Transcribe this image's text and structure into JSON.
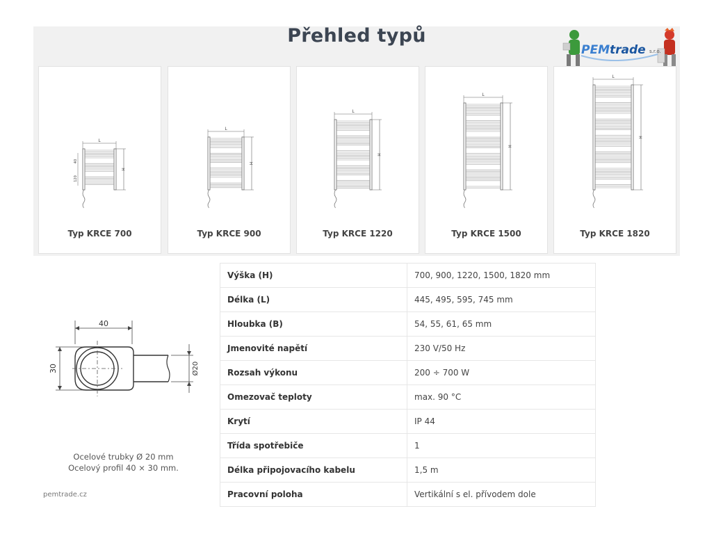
{
  "page": {
    "title": "Přehled typů",
    "site": "pemtrade.cz"
  },
  "logo": {
    "pem": "PEM",
    "trade": "trade",
    "suffix": "s.r.o."
  },
  "drawing_marks": {
    "length": "L",
    "height": "H",
    "spacing_top": "40",
    "spacing_bottom": "120"
  },
  "types": [
    {
      "label": "Typ KRCE 700"
    },
    {
      "label": "Typ KRCE 900"
    },
    {
      "label": "Typ KRCE 1220"
    },
    {
      "label": "Typ KRCE 1500"
    },
    {
      "label": "Typ KRCE 1820"
    }
  ],
  "profile": {
    "width": "40",
    "height": "30",
    "diameter": "Ø20",
    "caption_line1": "Ocelové trubky Ø 20 mm",
    "caption_line2": "Ocelový profil 40 × 30 mm."
  },
  "specs": [
    {
      "key": "Výška (H)",
      "value": "700, 900, 1220, 1500, 1820 mm"
    },
    {
      "key": "Délka (L)",
      "value": "445, 495, 595, 745 mm"
    },
    {
      "key": "Hloubka (B)",
      "value": "54, 55, 61, 65 mm"
    },
    {
      "key": "Jmenovité napětí",
      "value": "230 V/50 Hz"
    },
    {
      "key": "Rozsah výkonu",
      "value": "200 ÷ 700 W"
    },
    {
      "key": "Omezovač teploty",
      "value": "max. 90 °C"
    },
    {
      "key": "Krytí",
      "value": "IP 44"
    },
    {
      "key": "Třída spotřebiče",
      "value": "1"
    },
    {
      "key": "Délka připojovacího kabelu",
      "value": "1,5 m"
    },
    {
      "key": "Pracovní poloha",
      "value": "Vertikální s el. přívodem dole"
    }
  ]
}
